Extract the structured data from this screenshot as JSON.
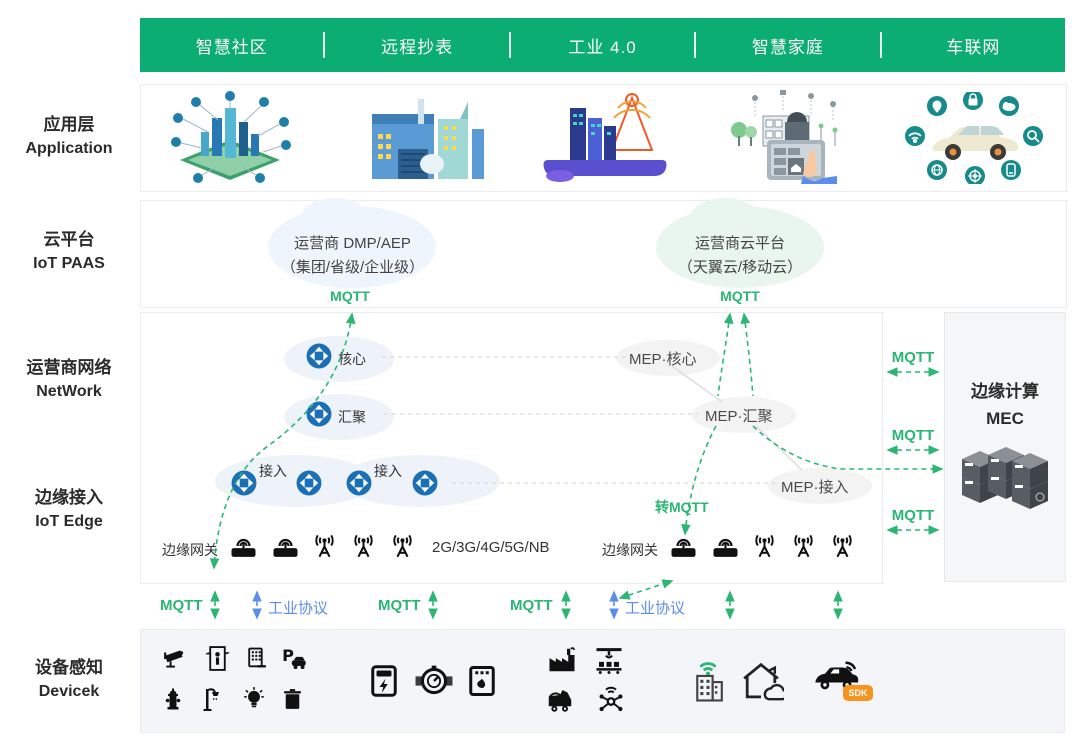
{
  "tab_bar": {
    "items": [
      {
        "label": "智慧社区"
      },
      {
        "label": "远程抄表"
      },
      {
        "label": "工业 4.0"
      },
      {
        "label": "智慧家庭"
      },
      {
        "label": "车联网"
      }
    ]
  },
  "layer_labels": [
    {
      "zh": "应用层",
      "en": "Application"
    },
    {
      "zh": "云平台",
      "en": "IoT PAAS"
    },
    {
      "zh": "运营商网络",
      "en": "NetWork"
    },
    {
      "zh": "边缘接入",
      "en": "IoT Edge"
    },
    {
      "zh": "设备感知",
      "en": "Devicek"
    }
  ],
  "cloud_row": {
    "carrier_dmp": {
      "line1": "运营商 DMP/AEP",
      "line2": "（集团/省级/企业级）",
      "mqtt": "MQTT"
    },
    "carrier_cloud": {
      "line1": "运营商云平台",
      "line2": "（天翼云/移动云）",
      "mqtt": "MQTT"
    }
  },
  "network": {
    "core_label": "核心",
    "agg_label": "汇聚",
    "access_label_left": "接入",
    "access_label_right": "接入",
    "mep_core": "MEP·核心",
    "mep_agg": "MEP·汇聚",
    "mep_access": "MEP·接入",
    "to_mqtt": "转MQTT",
    "edge_gateway_left": "边缘网关",
    "edge_gateway_right": "边缘网关",
    "radio_tech": "2G/3G/4G/5G/NB"
  },
  "mec_panel": {
    "title_zh": "边缘计算",
    "title_en": "MEC",
    "mqtt_labels": [
      "MQTT",
      "MQTT",
      "MQTT"
    ]
  },
  "device_links": {
    "mqtt_1": "MQTT",
    "industrial_1": "工业协议",
    "mqtt_2": "MQTT",
    "mqtt_3": "MQTT",
    "industrial_2": "工业协议"
  },
  "devices": {
    "sdk_badge": "SDK",
    "groups": [
      {
        "name": "community",
        "icons": [
          "cctv-camera",
          "elevator",
          "access-keypad",
          "parking",
          "fire-hydrant",
          "street-lamp",
          "smart-bulb",
          "trash-bin"
        ]
      },
      {
        "name": "meters",
        "icons": [
          "electric-meter",
          "water-meter",
          "gas-meter"
        ]
      },
      {
        "name": "industrial",
        "icons": [
          "factory",
          "conveyor",
          "mining-truck",
          "drone"
        ]
      },
      {
        "name": "home",
        "icons": [
          "smart-building-wifi",
          "smart-house-cloud"
        ]
      },
      {
        "name": "vehicle",
        "icons": [
          "connected-car-sdk"
        ]
      }
    ]
  },
  "colors": {
    "brand_green": "#0CAD73",
    "link_green": "#2BB673",
    "link_blue": "#5B8DEF",
    "router_blue": "#1A6FB5",
    "badge_orange": "#F7941E"
  }
}
